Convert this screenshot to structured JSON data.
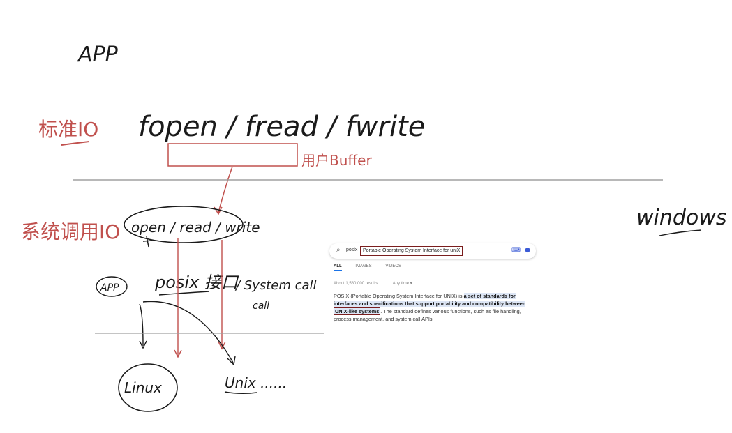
{
  "sketch": {
    "app_top": "APP",
    "std_io_label": "标准IO",
    "std_io_calls": "fopen / fread / fwrite",
    "user_buffer_label": "用户Buffer",
    "syscall_io_label": "系统调用IO",
    "syscall_calls": "open / read / write",
    "app_circle": "APP",
    "posix_label": "posix 接口",
    "system_call_label": "/ System call",
    "linux": "Linux",
    "unix": "Unix ......",
    "windows": "windows"
  },
  "search": {
    "query_prefix": "posix",
    "query_expansion": "Portable Operating System Interface for uniX",
    "tabs": [
      "ALL",
      "IMAGES",
      "VIDEOS"
    ],
    "result_count": "About 1,580,000 results",
    "time_filter": "Any time ▾",
    "answer_lead": "POSIX (Portable Operating System Interface for UNIX) is",
    "answer_bold_1": "a set of standards for interfaces and specifications that support portability and compatibility between",
    "answer_boxed": "UNIX-like systems",
    "answer_tail": ". The standard defines various functions, such as file handling, process management, and system call APIs."
  },
  "colors": {
    "ink": "#1a1a1a",
    "red_ink": "#c0504d",
    "rule": "#a0a0a0",
    "box_border": "#7a1d1d",
    "highlight": "#dde6f5"
  }
}
